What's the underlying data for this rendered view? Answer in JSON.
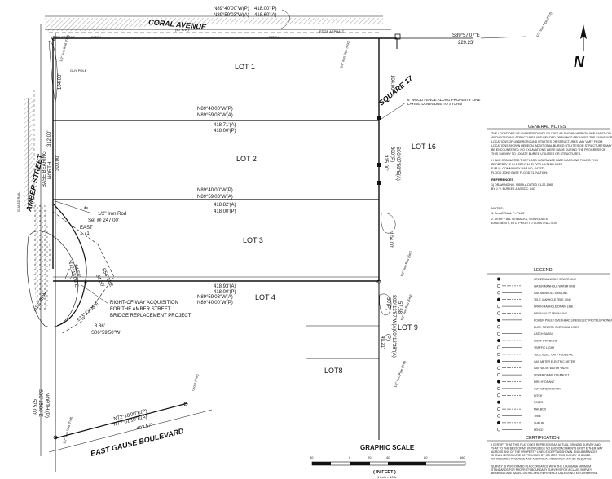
{
  "streets": {
    "coral": "CORAL AVENUE",
    "coral_width": "(40' R/W)",
    "amber": "AMBER STREET",
    "gause": "EAST GAUSE BOULEVARD",
    "square": "SQUARE 17"
  },
  "lots": {
    "lot1": "LOT 1",
    "lot2": "LOT 2",
    "lot3": "LOT 3",
    "lot4": "LOT 4",
    "lot8": "LOT8",
    "lot9": "LOT 9",
    "lot16": "LOT 16"
  },
  "top": {
    "brg_p": "N89°40'00\"W(P)",
    "dist_p": "418.00'(P)",
    "brg_a": "N89°59'03\"W(A)",
    "dist_a": "418.60'(A)",
    "ne_brg": "S89°57'07\"E",
    "ne_dist": "229.23'",
    "telephone": "TELEPHONE",
    "ditch": "DITCH",
    "ditch2": "DITCH",
    "edge_asphalt": "EDGE ASPHALT",
    "pin_top": "1/2\" Iron Pipe (Fnd)",
    "pipe_ne": "3/4\" Iron Pipe (Fnd)",
    "rod_nw": "1/2\" Iron Rod (Fnd)",
    "guy_pole": "GUY POLE"
  },
  "line12": {
    "brg_p": "N89°40'00\"W(P)",
    "brg_a": "N89°59'03\"W(A)",
    "dist_a": "418.71'(A)",
    "dist_p": "418.00'(P)",
    "fence": "6' WOOD FENCE ALONG PROPERTY LINE LAYING DOWN DUE TO STORM"
  },
  "line23": {
    "brg_p": "N89°40'00\"W(P)",
    "brg_a": "N89°59'03\"W(A)",
    "dist_a": "418.82'(A)",
    "dist_p": "418.00'(P)",
    "rod": "1/2\" Iron Rod",
    "set": "Set @ 247.00'",
    "east": "EAST",
    "east_dist": "1.71'"
  },
  "line34": {
    "dist_a": "418.93'(A)",
    "dist_p": "418.00'(P)",
    "brg_a": "N89°59'03\"W(A)",
    "brg_p": "N89°40'00\"W(P)"
  },
  "east_line": {
    "d1": "104.00'",
    "d2": "300'(P)",
    "d3": "S00°07'59\"E(A)",
    "d4": "315.00'",
    "d5": "104.00'",
    "d6": "50'(P)",
    "d7": "S00°13'57\"W(A)",
    "d8": "57.58'",
    "d9": "(P)",
    "d10": "00°12'38\"(A)",
    "d11": "49.21'",
    "rod_e": "1/2\" Iron Rod (Set)",
    "rod_e2": "1/2\" Iron Rod (Fnd)",
    "pipe_e": "1/2\" Iron Pipe (Fnd)"
  },
  "west_line": {
    "d1": "104.00'",
    "d2": "312.00'",
    "d3": "BASE BEARING",
    "d4": "NORTH",
    "d5": "300.00'",
    "d6": "NORTH (P)",
    "d7": "S00°15'00\"E",
    "d8": "575.00'",
    "guard_rail": "GUARD RAIL"
  },
  "curve": {
    "c1": "S54°21'E",
    "c2": "34.50'",
    "c3": "N72°15'00\"E",
    "c4": "64.58'",
    "c5": "S06°59'50\"W",
    "c6": "N12°45'W",
    "c7": "S13°13'06\"E",
    "c8": "8.86'"
  },
  "row": {
    "text1": "RIGHT-OF-WAY ACQUISITION",
    "text2": "FOR THE AMBER STREET",
    "text3": "BRIDGE REPLACEMENT PROJECT"
  },
  "gause_line": {
    "b1": "N72°18'00\"E(P)",
    "b2": "N72°01'10\"E(A)",
    "d": "493.57'",
    "cross": "Cross (Fnd)",
    "rod": "1/2\" Iron Rod (Fnd)"
  },
  "north": {
    "letter": "N"
  },
  "notes": {
    "title": "GENERAL NOTES",
    "p1": [
      "THE LOCATIONS OF UNDERGROUND UTILITIES AS SHOWN HEREON ARE BASED ON",
      "ABOVEGROUND STRUCTURES AND RECORD DRAWINGS PROVIDED THE SURVEYOR.",
      "LOCATIONS OF UNDERGROUND UTILITIES OR STRUCTURES MAY VARY FROM",
      "LOCATIONS SHOWN HEREON. ADDITIONAL BURIED UTILITIES OR STRUCTURES MAY",
      "BE ENCOUNTERED. NO EXCAVATIONS WERE MADE DURING THE PROGRESS OF",
      "THIS SURVEY TO LOCATE BURIED UTILITIES OR STRUCTURES."
    ],
    "p2": [
      "I HAVE CONSULTED THE FLOOD INSURANCE RATE MAPS AND FOUND THIS",
      "PROPERTY IS IN A SPECIAL FLOOD HAZARD AREA.",
      "F.I.R.M. COMMUNITY MAP NO.        DATED:",
      "FLOOD ZONE     BASE FLOOD ELEVATION:"
    ],
    "ref_title": "REFERENCES",
    "ref": [
      "1) DRAWING NO. 95559-A DATED 01-22-1985",
      "BY J. V. BURKES & ASSOC. INC."
    ],
    "notes_title": "NOTES:",
    "n1": "1.    A=ACTUAL        P=PLAT",
    "n2": [
      "2.  VERIFY ALL SETBACKS, SERVITUDES,",
      "EASEMENTS, ETC. PRIOR TO CONSTRUCTION"
    ]
  },
  "legend": {
    "title": "LEGEND",
    "items": [
      "SEWER MANHOLE   SEWER LINE",
      "WATER MANHOLE   WATER LINE",
      "GAS MANHOLE   GAS LINE",
      "TELE. MANHOLE   TELE. LINE",
      "DRAIN MANHOLE   DRAIN LINE",
      "DRAIN INLET   DRAIN LINE",
      "POWER POLE / OVERHEAD LINES ELECTRIC/TELEPHONE/CABLE TV",
      "ELEC. TOWER / OVERHEAD LINES",
      "CATCH BASIN",
      "LIGHT STANDARD",
      "TRAFFIC LIGHT",
      "TELE. ELEC. CATV PEDESTAL",
      "GAS METER   ELECTRIC METER",
      "GAS VALVE   WATER VALVE",
      "SEWER DRAIN CLEANOUT",
      "FIRE HYDRANT",
      "GUY WIRE ANCHOR",
      "DITCH",
      "POLES",
      "MAILBOX",
      "TREE",
      "SHRUB",
      "FENCE"
    ]
  },
  "cert": {
    "title": "CERTIFICATION",
    "lines": [
      "I CERTIFY THAT THIS PLAT DOES REPRESENT AN ACTUAL GROUND SURVEY AND",
      "THAT TO THE BEST OF MY KNOWLEDGE NO ENCROACHMENTS EXIST EITHER WAY",
      "ACROSS ANY OF THE PROPERTY LINES EXCEPT AS SHOWN. ENCUMBRANCES",
      "SHOWN HEREON ARE AS PROVIDED BY OTHERS. THIS SURVEY IS BASED",
      "ON RECORDS PROVIDED AND ADDITIONAL RESEARCH MAY BE REQUIRED.",
      "",
      "SURVEY IS PERFORMED IN ACCORDANCE WITH THE LOUISIANA MINIMUM",
      "STANDARDS FOR PROPERTY BOUNDARY SURVEYS FOR A CLASS   SURVEY.",
      "BEARINGS ARE BASED ON RECORD REFERENCE UNLESS NOTED OTHERWISE."
    ]
  },
  "scale": {
    "title": "GRAPHIC SCALE",
    "t0": "40",
    "t1": "0",
    "t2": "20",
    "t3": "40",
    "t4": "80",
    "t5": "160",
    "unit": "( IN FEET )",
    "ratio": "1 inch = 40 ft."
  }
}
